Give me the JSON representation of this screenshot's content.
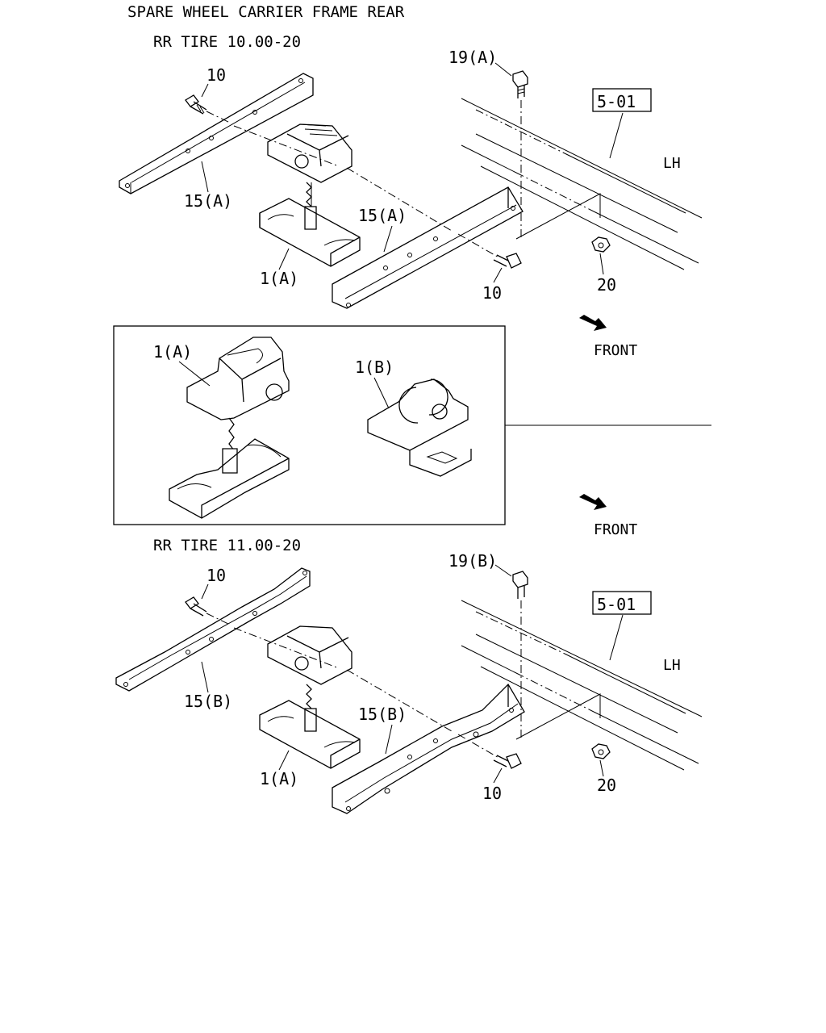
{
  "title": "SPARE WHEEL CARRIER FRAME REAR",
  "colors": {
    "line": "#000000",
    "background": "#ffffff"
  },
  "sections": {
    "top": {
      "heading": "RR TIRE 10.00-20",
      "labels": {
        "part10_upper": "10",
        "part15_left": "15(A)",
        "part15_right": "15(A)",
        "part1": "1(A)",
        "part10_lower": "10",
        "part19": "19(A)",
        "ref": "5-01",
        "side": "LH",
        "part20": "20",
        "front": "FRONT"
      }
    },
    "inset": {
      "label_a": "1(A)",
      "label_b": "1(B)",
      "front": "FRONT"
    },
    "bottom": {
      "heading": "RR TIRE 11.00-20",
      "labels": {
        "part10_upper": "10",
        "part15_left": "15(B)",
        "part15_right": "15(B)",
        "part1": "1(A)",
        "part10_lower": "10",
        "part19": "19(B)",
        "ref": "5-01",
        "side": "LH",
        "part20": "20"
      }
    }
  }
}
